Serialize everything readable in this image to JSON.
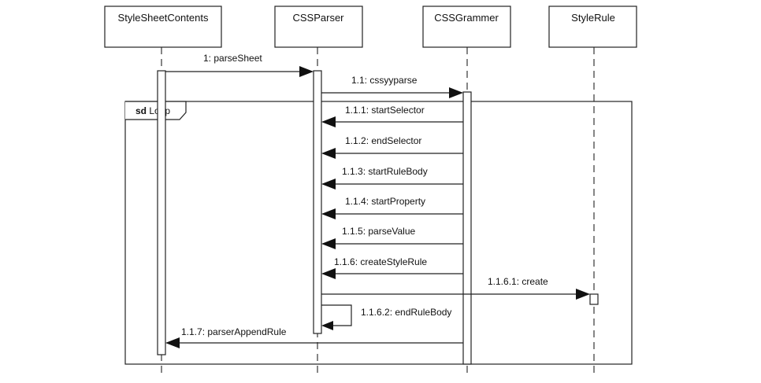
{
  "participants": [
    {
      "id": "ssc",
      "name": "StyleSheetContents"
    },
    {
      "id": "parser",
      "name": "CSSParser"
    },
    {
      "id": "grammer",
      "name": "CSSGrammer"
    },
    {
      "id": "rule",
      "name": "StyleRule"
    }
  ],
  "fragment": {
    "keyword": "sd",
    "label": "Loop"
  },
  "messages": [
    {
      "id": "m1",
      "label": "1: parseSheet",
      "from": "ssc",
      "to": "parser"
    },
    {
      "id": "m1_1",
      "label": "1.1: cssyyparse",
      "from": "parser",
      "to": "grammer"
    },
    {
      "id": "m1_1_1",
      "label": "1.1.1: startSelector",
      "from": "grammer",
      "to": "parser"
    },
    {
      "id": "m1_1_2",
      "label": "1.1.2: endSelector",
      "from": "grammer",
      "to": "parser"
    },
    {
      "id": "m1_1_3",
      "label": "1.1.3: startRuleBody",
      "from": "grammer",
      "to": "parser"
    },
    {
      "id": "m1_1_4",
      "label": "1.1.4: startProperty",
      "from": "grammer",
      "to": "parser"
    },
    {
      "id": "m1_1_5",
      "label": "1.1.5: parseValue",
      "from": "grammer",
      "to": "parser"
    },
    {
      "id": "m1_1_6",
      "label": "1.1.6: createStyleRule",
      "from": "grammer",
      "to": "parser"
    },
    {
      "id": "m1_1_6_1",
      "label": "1.1.6.1: create",
      "from": "parser",
      "to": "rule"
    },
    {
      "id": "m1_1_6_2",
      "label": "1.1.6.2: endRuleBody",
      "from": "parser",
      "to": "parser"
    },
    {
      "id": "m1_1_7",
      "label": "1.1.7: parserAppendRule",
      "from": "grammer",
      "to": "ssc"
    }
  ]
}
